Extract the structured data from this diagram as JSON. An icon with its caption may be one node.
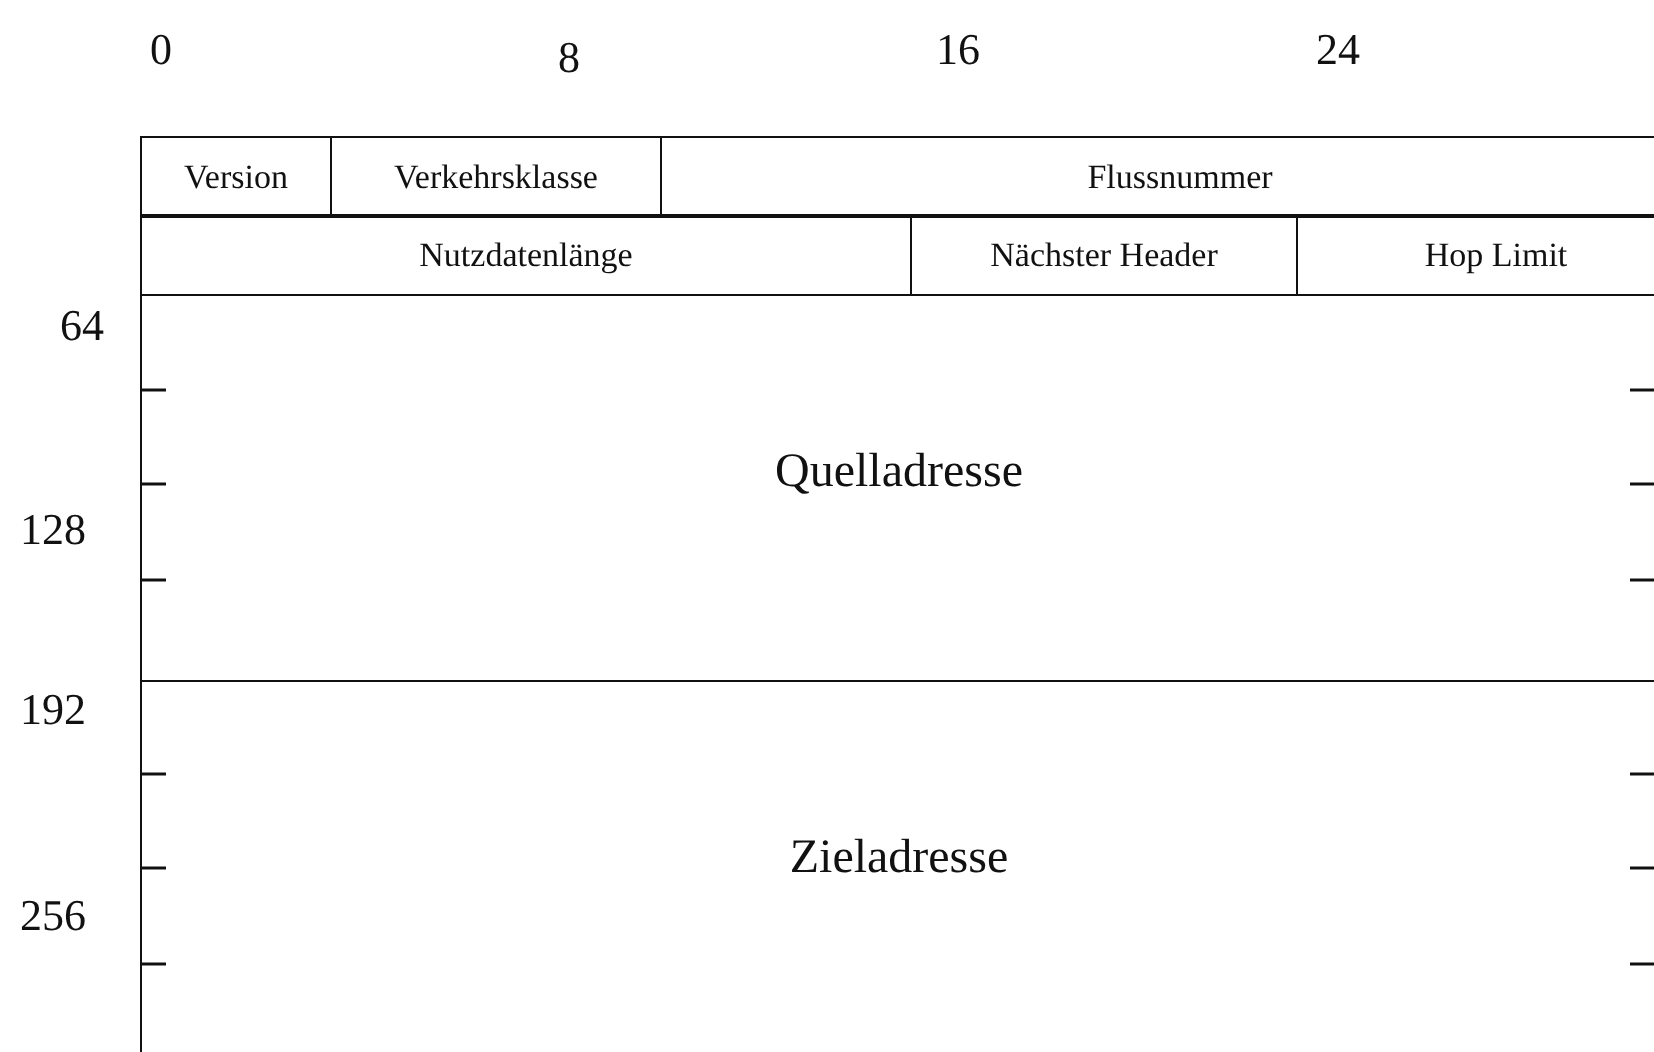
{
  "diagram": {
    "nodes": [
      {
        "text": [
          "Version"
        ]
      },
      {
        "text": [
          "Verkehrsklasse"
        ]
      },
      {
        "text": [
          "Flussnummer"
        ]
      },
      {
        "text": [
          "Nutzdatenlänge"
        ]
      },
      {
        "text": [
          "Nächster Header"
        ]
      },
      {
        "text": [
          "Hop Limit"
        ]
      },
      {
        "text": [
          "Quelladresse"
        ]
      },
      {
        "text": [
          "Zieladresse"
        ]
      }
    ],
    "edges": [],
    "labels": [
      "0",
      "8",
      "16",
      "24",
      "64",
      "128",
      "192",
      "256"
    ]
  }
}
